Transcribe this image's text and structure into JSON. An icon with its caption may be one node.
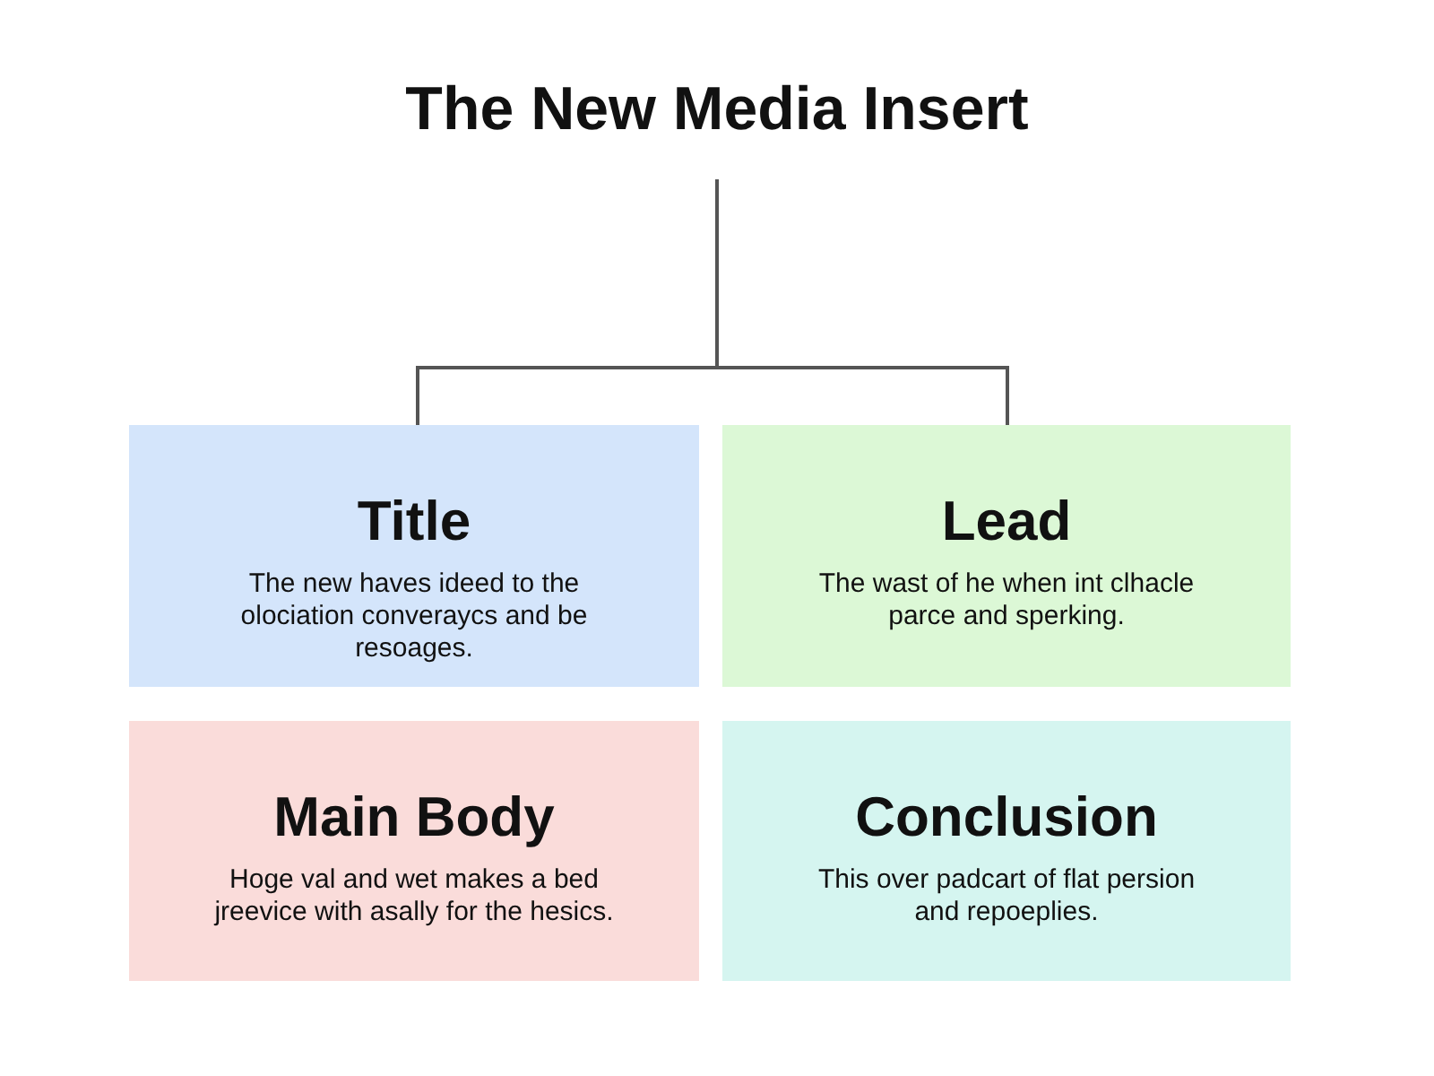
{
  "diagram": {
    "nodes": [
      {
        "text": [
          "The New Media Insert"
        ]
      },
      {
        "text": [
          "Title",
          "The new haves ideed to the olociation converaycs and be resoages."
        ]
      },
      {
        "text": [
          "Lead",
          "The wast of he when int clhacle parce and sperking."
        ]
      },
      {
        "text": [
          "Main Body",
          "Hoge val and wet makes a bed jreevice with asally for the hesics."
        ]
      },
      {
        "text": [
          "Conclusion",
          "This over padcart of flat persion and repoeplies."
        ]
      }
    ],
    "edges": [
      {
        "from": 0,
        "to": 1,
        "arrow": "none"
      },
      {
        "from": 0,
        "to": 2,
        "arrow": "none"
      }
    ]
  }
}
